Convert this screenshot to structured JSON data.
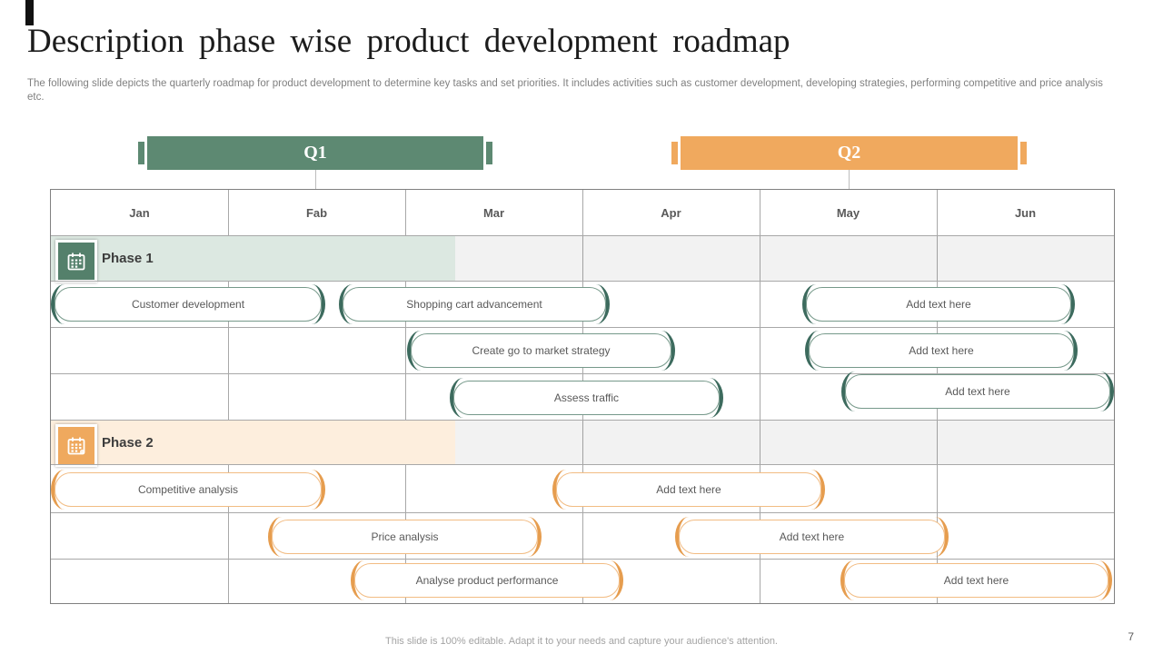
{
  "slide": {
    "title": "Description phase wise product development roadmap",
    "subtitle": "The following slide depicts the quarterly roadmap for product development to determine key tasks and set priorities. It includes activities such as customer development, developing strategies, performing competitive and price analysis etc.",
    "footer": "This slide is 100% editable.  Adapt it to your needs and capture your audience's attention.",
    "page_number": "7"
  },
  "quarters": [
    {
      "label": "Q1",
      "color": "#5d8972"
    },
    {
      "label": "Q2",
      "color": "#f0a95e"
    }
  ],
  "months": [
    "Jan",
    "Fab",
    "Mar",
    "Apr",
    "May",
    "Jun"
  ],
  "phases": [
    {
      "label": "Phase 1",
      "icon": "calendar-icon",
      "accent_color": "#54806b",
      "band_color": "#dce8e1",
      "tasks": [
        {
          "label": "Customer development"
        },
        {
          "label": "Shopping cart advancement"
        },
        {
          "label": "Add text here"
        },
        {
          "label": "Create go to market strategy"
        },
        {
          "label": "Add text here"
        },
        {
          "label": "Assess traffic"
        },
        {
          "label": "Add text here"
        }
      ]
    },
    {
      "label": "Phase 2",
      "icon": "calendar-icon",
      "accent_color": "#efa95e",
      "band_color": "#fdeedd",
      "tasks": [
        {
          "label": "Competitive analysis"
        },
        {
          "label": "Add text here"
        },
        {
          "label": "Price analysis"
        },
        {
          "label": "Add text here"
        },
        {
          "label": "Analyse product performance"
        },
        {
          "label": "Add text here"
        }
      ]
    }
  ]
}
